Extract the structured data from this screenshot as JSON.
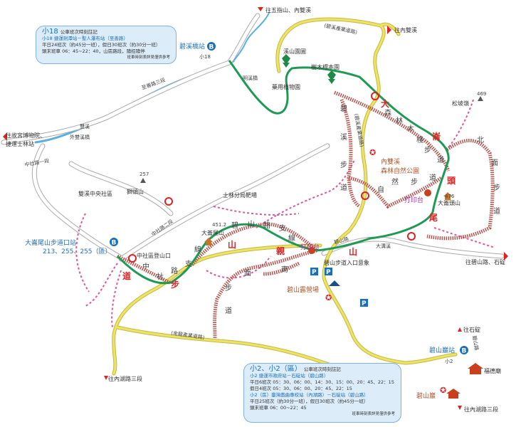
{
  "map": {
    "colors": {
      "trail_green": "#1f9a55",
      "trail_brown": "#b5514a",
      "trail_pink": "#e0559a",
      "road_yellow": "#e8dc55",
      "river": "#5aaee0",
      "bus_blue": "#1b6fb8",
      "alert_red": "#d22222"
    },
    "directions": {
      "to_wuzhishan": "往五指山、內雙溪",
      "to_neishuangxi": "往內雙溪",
      "to_palace_museum_1": "往故宮博物院、",
      "to_palace_museum_2": "捷運士林站",
      "to_bishan_road": "往碧山路、石碇",
      "to_shiding": "往石碇",
      "to_neihu_left": "往內湖路三段",
      "to_neihu_right": "往內湖路三段"
    },
    "roads": {
      "zhishan": "至善路三段",
      "zhongshe1": "中社路一段",
      "zhongshe2": "中社路二段",
      "bixi_industry": "(碧溪產業道路)",
      "bixi_industry_top": "(碧溪產業道路)",
      "jinlong": "(金龍產業道路)",
      "bishan_road": "碧山路",
      "bishan_road2": "碧山路"
    },
    "places": {
      "bixi_bridge_stop": "碧溪橋站",
      "bixi_bridge_bus": "小18",
      "waishuangxi_bridge": "外雙溪橋",
      "ming_bridge": "明溪橋",
      "shuangxi": "雙溪",
      "xishan_garden": "溪山園圃",
      "tree_garden": "樹木標本園",
      "herb_garden": "藥用植物園",
      "lion_peak_alt": "257",
      "lion_peak": "獅頭山",
      "shuangxi_community": "雙溪中央社區",
      "police_range": "士林分局靶場",
      "songpo_alt": "469",
      "songpo": "松坡嶺",
      "park_1": "內雙溪",
      "park_2": "森林自然公園",
      "dalun_head_alt": "476",
      "dalun_head": "大崙頭山",
      "stamp_1": "打印台",
      "stamp_2": "打印台",
      "dalunwei_stop": "大崙尾山步道口站",
      "dalunwei_bus": "213、255、255（區）",
      "zhongshe_trailhead": "中社區登山口",
      "dalunwei_alt": "451.2",
      "dalunwei": "大崙尾山",
      "dagou_creek": "大溝溪",
      "bishan_entrance": "碧山步道入口意象",
      "bishan_camp": "碧山露營場",
      "bishanyan_stop": "碧山巖站",
      "bishanyan_bus": "小2",
      "fude_temple": "福德廟",
      "bishanyan": "碧山巖"
    },
    "trail_names": {
      "forest_boardwalk": [
        "森",
        "林",
        "木",
        "棧",
        "步",
        "道"
      ],
      "bixi_trail": [
        "碧",
        "溪",
        "步",
        "道"
      ],
      "nature_trail": [
        "自",
        "然",
        "步",
        "道"
      ],
      "north_trail": [
        "北",
        "面",
        "步",
        "道"
      ],
      "bishan_branch": [
        "碧",
        "山",
        "路",
        "支",
        "線"
      ],
      "zhongshe_branch": [
        "中",
        "社",
        "路",
        "支",
        "線"
      ],
      "south_trail": [
        "南",
        "面",
        "步",
        "道"
      ],
      "main_name": [
        "大",
        "崙",
        "頭",
        "尾",
        "山",
        "親",
        "山",
        "步",
        "道"
      ]
    }
  },
  "bus18": {
    "title": "小18",
    "subtitle": "公車班次時刻註記",
    "route": "小18 捷運劍潭站－聖人瀑布站（至善路）",
    "line1": "平日24班次（約45分一班），假日30班次（約30分一班）",
    "line2": "頭末班車 06：45∼22：40，山區路段，隨招隨停",
    "note": "班車時刻表詳見僅供參考"
  },
  "bus2": {
    "title": "小2、小2（區）",
    "subtitle": "公車班次時刻註記",
    "route1": "小2 捷運市政府站－石碇站（碧山路）",
    "line1": "平日6班次 05：30、06：00、14：30、15：00、20：45、22：15",
    "line2": "假日4班次 05：30、06：00、20：45、22：15",
    "route2": "小2（區）臺灣戲曲專校站（內湖路）－石碇站（碧山路）",
    "line3": "平日25班次（約30分一班），假日30班次（約45分一班）",
    "line4": "頭末班車 06：00∼22：45",
    "note": "班車時刻表詳見僅供參考"
  }
}
